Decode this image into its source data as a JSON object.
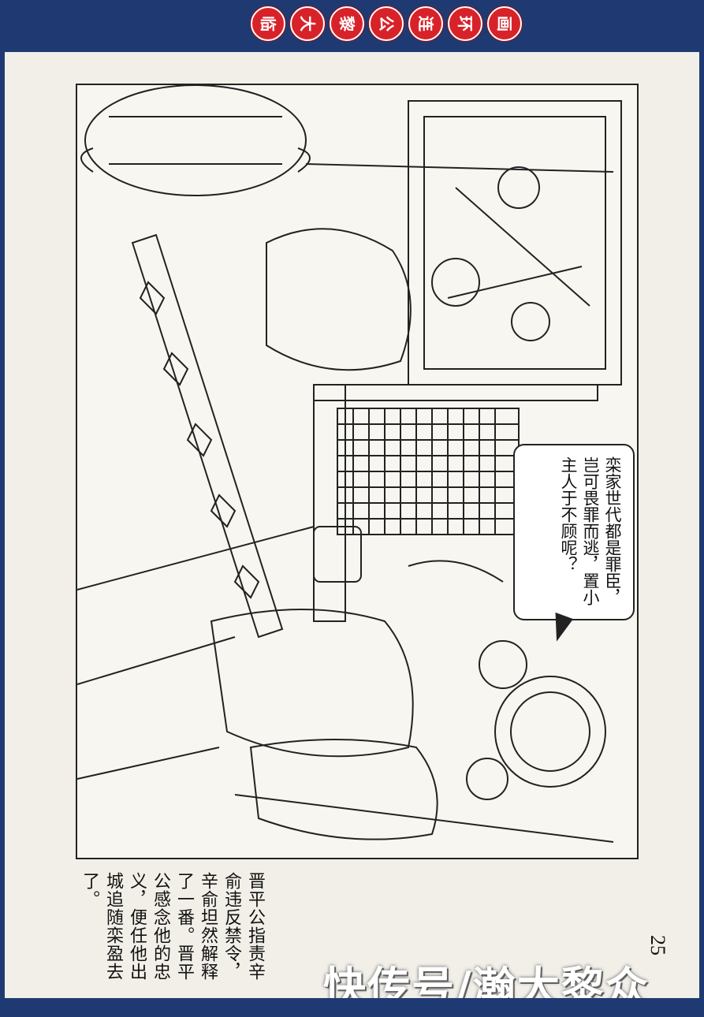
{
  "header": {
    "series_badges": [
      "临",
      "大",
      "黎",
      "公",
      "连",
      "环",
      "画"
    ]
  },
  "illustration": {
    "speech_bubble": "栾家世代都是罪臣，岂可畏罪而逃，置小主人于不顾呢？"
  },
  "caption": {
    "text": "晋平公指责辛俞违反禁令，辛俞坦然解释了一番。晋平公感念他的忠义，便任他出城追随栾盈去了。",
    "page_number": "25"
  },
  "watermark": {
    "text": "快传号/瀚大黎众"
  }
}
